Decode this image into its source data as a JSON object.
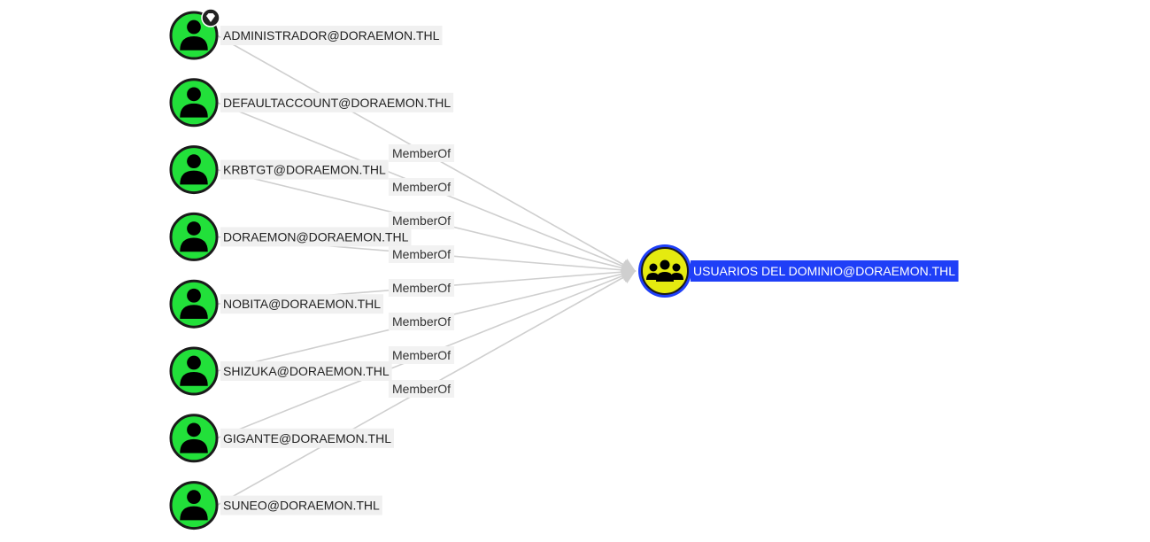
{
  "graph": {
    "edge_label": "MemberOf",
    "target": {
      "label": "USUARIOS DEL DOMINIO@DORAEMON.THL",
      "icon": "group-icon",
      "fill_color": "#e5ea10",
      "ring_color": "#1f3ff7"
    },
    "users": [
      {
        "label": "ADMINISTRADOR@DORAEMON.THL",
        "icon": "user-icon",
        "badge": "high-value-gem-icon"
      },
      {
        "label": "DEFAULTACCOUNT@DORAEMON.THL",
        "icon": "user-icon"
      },
      {
        "label": "KRBTGT@DORAEMON.THL",
        "icon": "user-icon"
      },
      {
        "label": "DORAEMON@DORAEMON.THL",
        "icon": "user-icon"
      },
      {
        "label": "NOBITA@DORAEMON.THL",
        "icon": "user-icon"
      },
      {
        "label": "SHIZUKA@DORAEMON.THL",
        "icon": "user-icon"
      },
      {
        "label": "GIGANTE@DORAEMON.THL",
        "icon": "user-icon"
      },
      {
        "label": "SUNEO@DORAEMON.THL",
        "icon": "user-icon"
      }
    ],
    "user_fill_color": "#22e03a",
    "user_ring_color": "#1a1a1a"
  }
}
